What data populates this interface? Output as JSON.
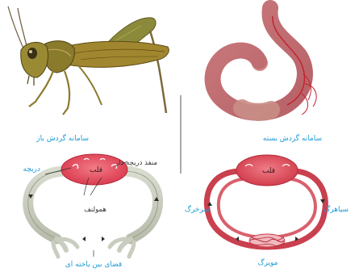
{
  "left_panel": {
    "title": "سامانه گردش باز",
    "labels": {
      "heart": "قلب",
      "valved_opening": "منفذ دریچه دار",
      "valve": "دریچه",
      "hemolymph": "همولنف",
      "interstitial_space": "فضای بین یاخته ای"
    }
  },
  "right_panel": {
    "title": "سامانه گردش بسته",
    "labels": {
      "heart": "قلب",
      "artery": "سرخرگ",
      "vein": "سیاهرگ",
      "capillary": "مویرگ"
    }
  },
  "colors": {
    "title_blue": "#1e9ad6",
    "heart_red": "#e04a5a",
    "vessel_red": "#c9404f",
    "open_vessel_grey": "#c9cdbf",
    "grasshopper_green": "#6f7a2a",
    "worm_pink": "#d88a8a"
  },
  "icons": [
    "grasshopper",
    "earthworm"
  ]
}
